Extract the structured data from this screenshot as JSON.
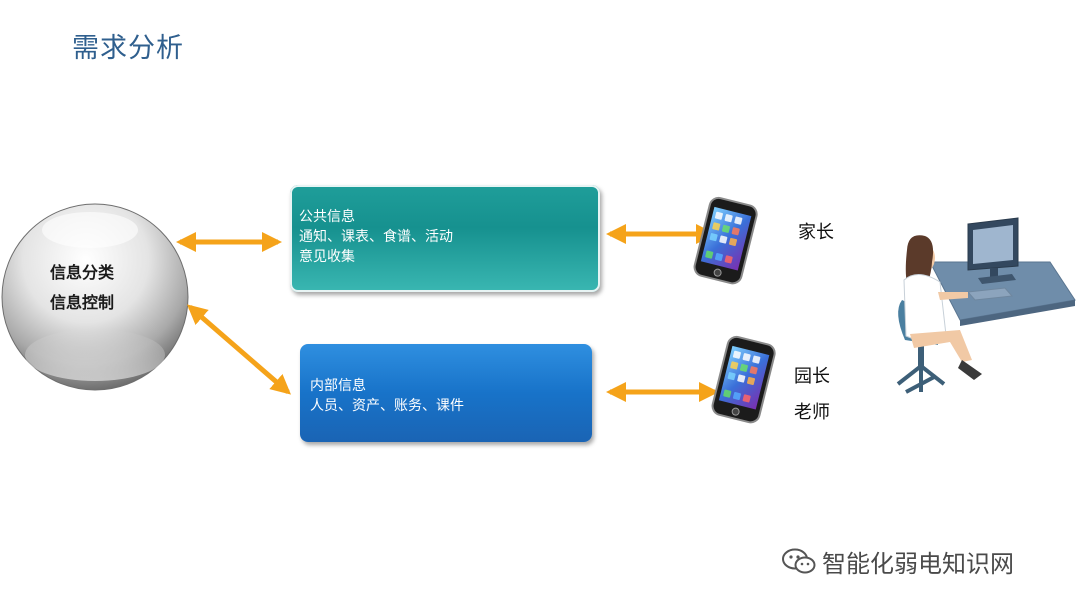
{
  "slide": {
    "title": "需求分析"
  },
  "sphere": {
    "line1": "信息分类",
    "line2": "信息控制"
  },
  "public_info": {
    "heading": "公共信息",
    "line2": "通知、课表、食谱、活动",
    "line3": "意见收集",
    "color": "#1f9e9a"
  },
  "internal_info": {
    "heading": "内部信息",
    "line2": "人员、资产、账务、课件",
    "color": "#1873c9"
  },
  "roles": {
    "parent": "家长",
    "principal": "园长",
    "teacher": "老师"
  },
  "arrows": {
    "color": "#f5a31a"
  },
  "watermark": {
    "text": "智能化弱电知识网",
    "icon": "wechat-icon"
  }
}
